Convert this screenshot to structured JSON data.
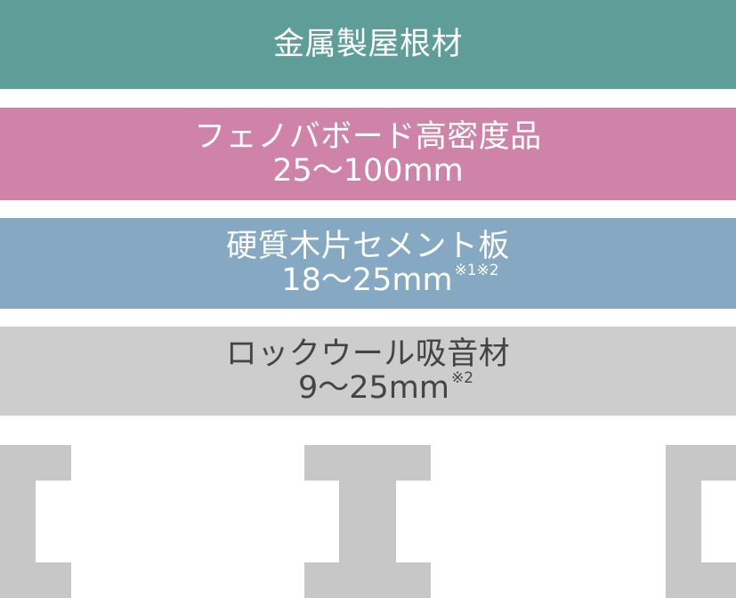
{
  "colors": {
    "metal_roof": "#5f9e98",
    "phenol_board": "#cf83a8",
    "cement_board": "#86a9c3",
    "rock_wool": "#cdcdcd",
    "steel_frame": "#c7c7c7"
  },
  "layers": [
    {
      "title": "金属製屋根材",
      "spec": "",
      "note": ""
    },
    {
      "title": "フェノバボード高密度品",
      "spec": "25～100mm",
      "note": ""
    },
    {
      "title": "硬質木片セメント板",
      "spec": "18～25mm",
      "note": "※1※2"
    },
    {
      "title": "ロックウール吸音材",
      "spec": "9～25mm",
      "note": "※2"
    }
  ],
  "frame": {
    "members": [
      "channel-left",
      "h-beam",
      "channel-right"
    ]
  }
}
